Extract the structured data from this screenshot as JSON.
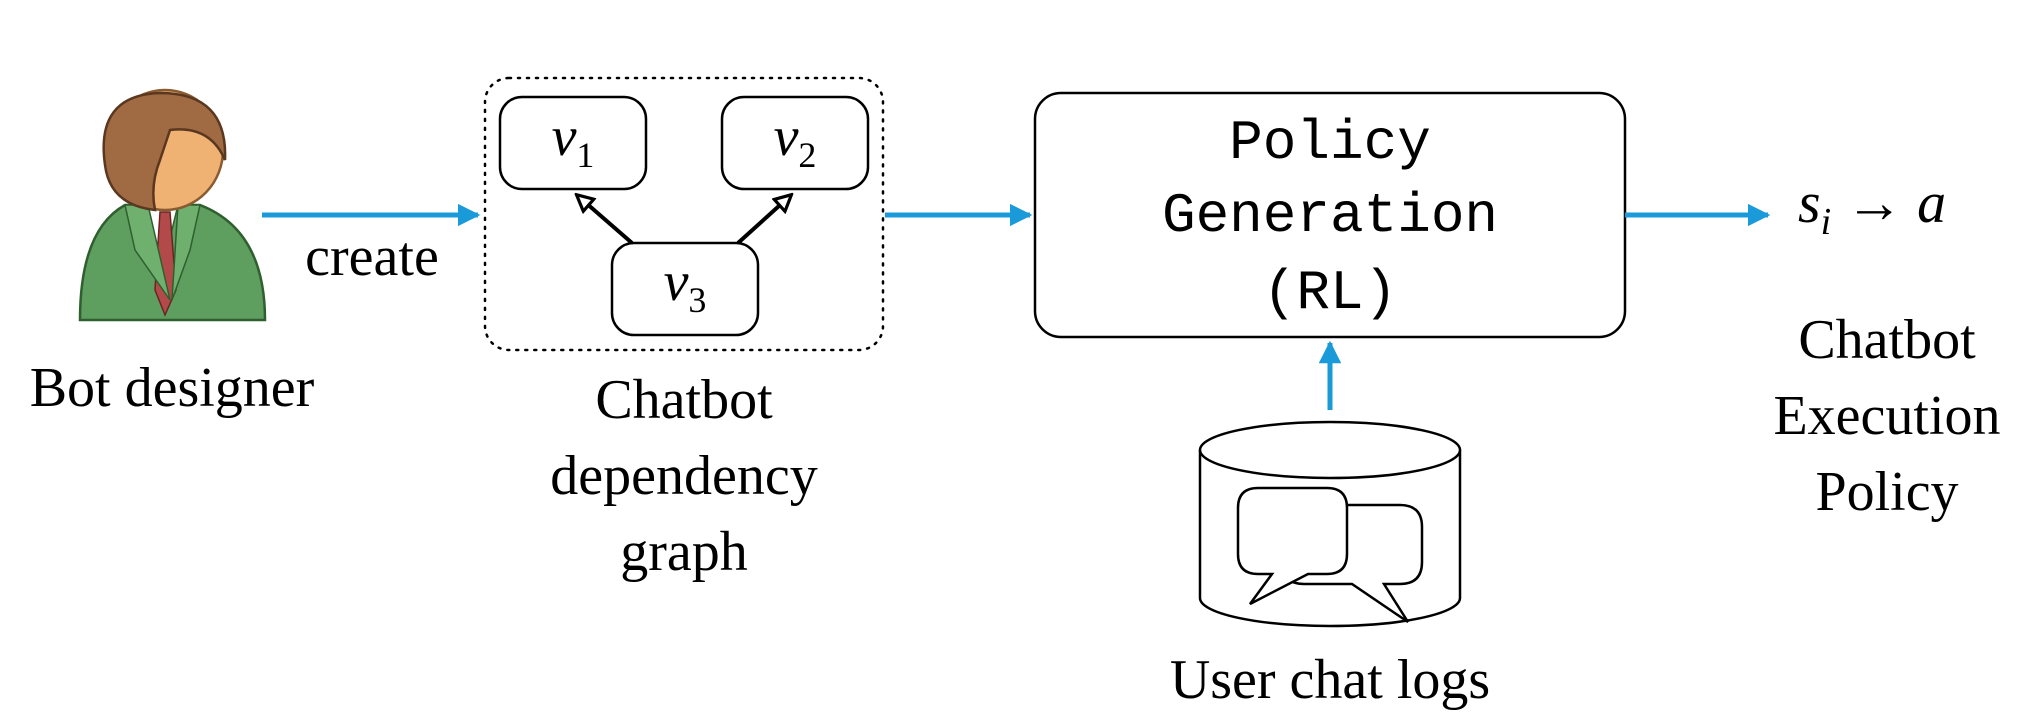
{
  "labels": {
    "designer": "Bot designer",
    "create": "create",
    "graph_line1": "Chatbot",
    "graph_line2": "dependency",
    "graph_line3": "graph",
    "policy_line1": "Policy",
    "policy_line2": "Generation",
    "policy_line3": "(RL)",
    "logs": "User chat logs",
    "output_line1": "Chatbot",
    "output_line2": "Execution",
    "output_line3": "Policy"
  },
  "nodes": {
    "v1": {
      "base": "v",
      "sub": "1"
    },
    "v2": {
      "base": "v",
      "sub": "2"
    },
    "v3": {
      "base": "v",
      "sub": "3"
    }
  },
  "formula": {
    "s": "s",
    "sub": "i",
    "arrow": "→",
    "a": "a"
  },
  "colors": {
    "flow_arrow": "#1a9ad9",
    "skin": "#f0b273",
    "hair": "#a06a43",
    "suit": "#5e9e5e",
    "tie": "#b24a4a"
  },
  "icons": [
    "person-icon",
    "database-icon",
    "speech-bubbles-icon"
  ]
}
